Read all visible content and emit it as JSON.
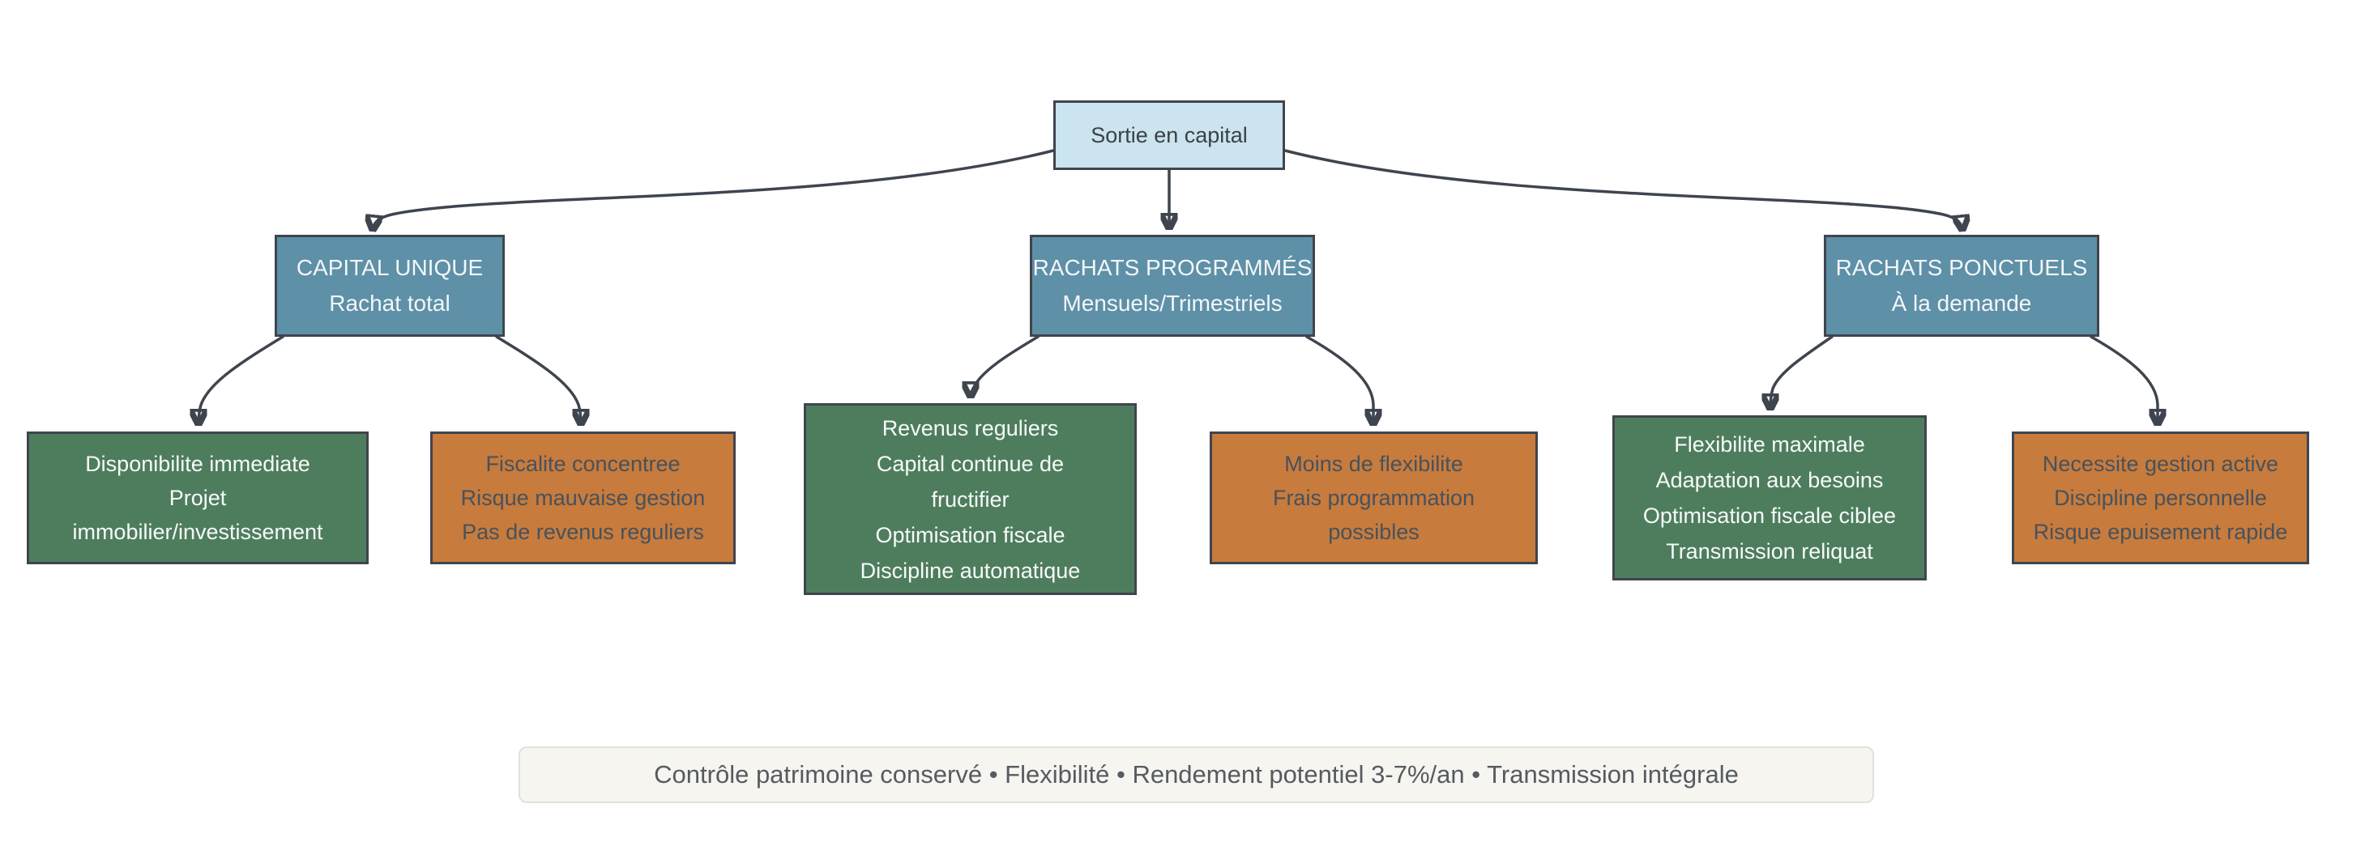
{
  "diagram": {
    "root": {
      "label": "Sortie en capital"
    },
    "branches": [
      {
        "id": "capital-unique",
        "title": "CAPITAL UNIQUE",
        "subtitle": "Rachat total",
        "pros": {
          "lines": [
            "Disponibilite immediate",
            "Projet",
            "immobilier/investissement"
          ]
        },
        "cons": {
          "lines": [
            "Fiscalite concentree",
            "Risque mauvaise gestion",
            "Pas de revenus reguliers"
          ]
        }
      },
      {
        "id": "rachats-programmes",
        "title": "RACHATS PROGRAMMÉS",
        "subtitle": "Mensuels/Trimestriels",
        "pros": {
          "lines": [
            "Revenus reguliers",
            "Capital continue de",
            "fructifier",
            "Optimisation fiscale",
            "Discipline automatique"
          ]
        },
        "cons": {
          "lines": [
            "Moins de flexibilite",
            "Frais programmation",
            "possibles"
          ]
        }
      },
      {
        "id": "rachats-ponctuels",
        "title": "RACHATS PONCTUELS",
        "subtitle": "À la demande",
        "pros": {
          "lines": [
            "Flexibilite maximale",
            "Adaptation aux besoins",
            "Optimisation fiscale ciblee",
            "Transmission reliquat"
          ]
        },
        "cons": {
          "lines": [
            "Necessite gestion active",
            "Discipline personnelle",
            "Risque epuisement rapide"
          ]
        }
      }
    ],
    "footer": "Contrôle patrimoine conservé • Flexibilité • Rendement potentiel 3-7%/an • Transmission intégrale",
    "colors": {
      "root_fill": "#cbe4ef",
      "branch_fill": "#5e90a8",
      "pros_fill": "#4e7d5e",
      "cons_fill": "#c77b3d",
      "border": "#3f454e",
      "root_text": "#3b4148",
      "branch_text": "#f3f6f7",
      "pros_text": "#f6faf7",
      "cons_text": "#47525c",
      "footer_fill": "#f6f5f0",
      "footer_border": "#e2e2db",
      "footer_text": "#555b61"
    }
  }
}
